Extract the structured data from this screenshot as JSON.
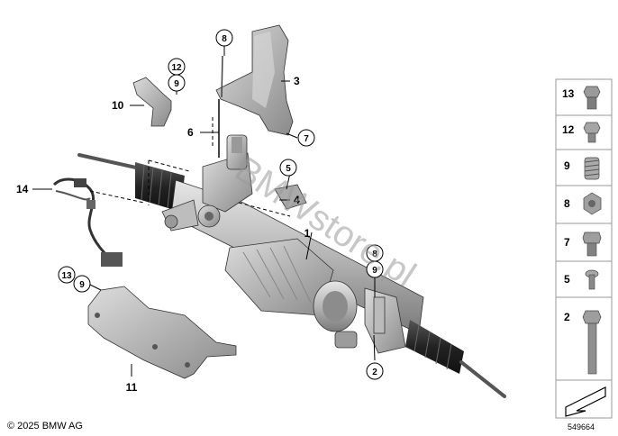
{
  "callouts": [
    {
      "id": "1",
      "circled": false
    },
    {
      "id": "2",
      "circled": true
    },
    {
      "id": "3",
      "circled": false
    },
    {
      "id": "4",
      "circled": false
    },
    {
      "id": "5",
      "circled": true
    },
    {
      "id": "6",
      "circled": false
    },
    {
      "id": "7",
      "circled": true
    },
    {
      "id": "8",
      "circled": true
    },
    {
      "id": "8",
      "circled": true
    },
    {
      "id": "9",
      "circled": true
    },
    {
      "id": "9",
      "circled": true
    },
    {
      "id": "9",
      "circled": true
    },
    {
      "id": "10",
      "circled": false
    },
    {
      "id": "11",
      "circled": false
    },
    {
      "id": "12",
      "circled": true
    },
    {
      "id": "13",
      "circled": true
    },
    {
      "id": "14",
      "circled": false
    }
  ],
  "sidebar": {
    "items": [
      {
        "number": "13",
        "icon": "flange-bolt-icon"
      },
      {
        "number": "12",
        "icon": "flange-bolt-icon"
      },
      {
        "number": "9",
        "icon": "threaded-insert-icon"
      },
      {
        "number": "8",
        "icon": "hex-nut-icon"
      },
      {
        "number": "7",
        "icon": "hex-bolt-icon"
      },
      {
        "number": "5",
        "icon": "torx-screw-icon"
      },
      {
        "number": "2",
        "icon": "long-hex-bolt-icon"
      }
    ],
    "footer_icon": "arrow-down-left-icon"
  },
  "watermark": "BMWstore.pl",
  "copyright": "© 2025 BMW AG",
  "document_number": "549664",
  "colors": {
    "part_light": "#d9d9d9",
    "part_mid": "#a8a8a8",
    "part_dark": "#6e6e6e",
    "border": "#999999"
  }
}
